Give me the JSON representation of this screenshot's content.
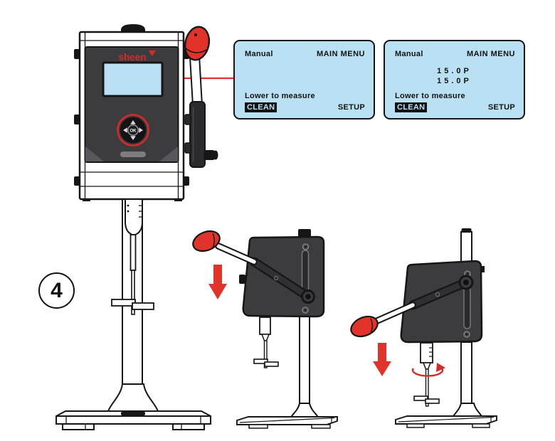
{
  "step": {
    "number": "4"
  },
  "brand": {
    "logo_text": "sheen"
  },
  "device": {
    "ok_button_label": "OK"
  },
  "screens": [
    {
      "mode_label": "Manual",
      "menu_title": "MAIN MENU",
      "status_message": "Lower to measure",
      "softkey_left": "CLEAN",
      "softkey_right": "SETUP"
    },
    {
      "mode_label": "Manual",
      "menu_title": "MAIN MENU",
      "reading_line_1": "15.0P",
      "reading_line_2": "15.0P",
      "status_message": "Lower to measure",
      "softkey_left": "CLEAN",
      "softkey_right": "SETUP"
    }
  ],
  "colors": {
    "accent_red": "#e2332b",
    "lcd_blue": "#b9e1f3",
    "body_dark": "#3c3c3e",
    "outline_black": "#161616"
  }
}
